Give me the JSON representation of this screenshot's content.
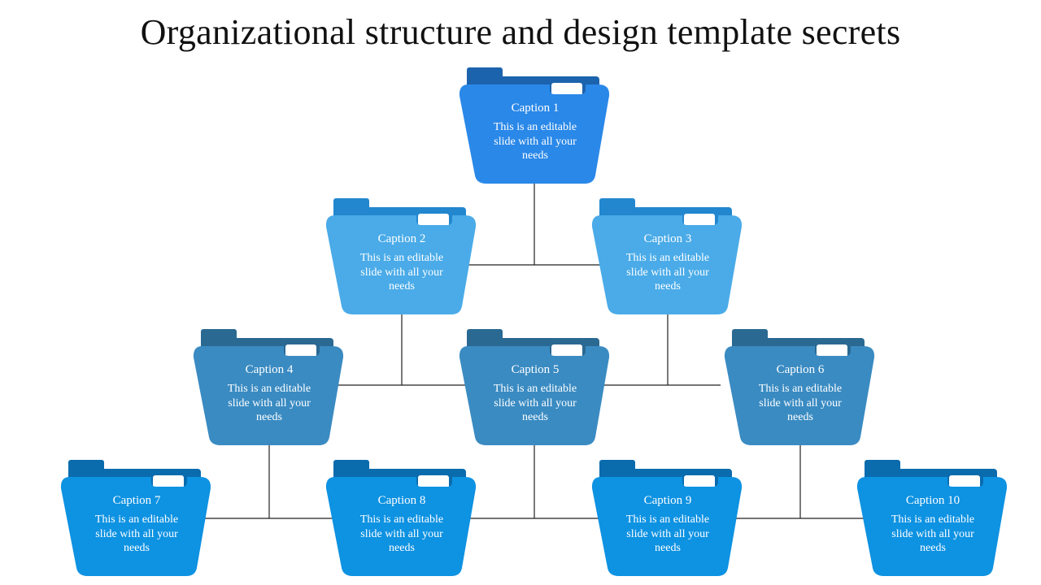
{
  "title": "Organizational structure and design template secrets",
  "colors": {
    "level1": "#2a88e8",
    "level1_tab": "#1c63ad",
    "level2": "#4aabe8",
    "level2_tab": "#2387cf",
    "level3": "#3a8bc2",
    "level3_tab": "#2a6992",
    "level4": "#0e92e2",
    "level4_tab": "#0a6bad",
    "line": "#222222"
  },
  "nodes": [
    {
      "caption": "Caption 1",
      "text": "This is an editable slide with all your needs"
    },
    {
      "caption": "Caption 2",
      "text": "This is an editable slide with all your needs"
    },
    {
      "caption": "Caption 3",
      "text": "This is an editable slide with all your needs"
    },
    {
      "caption": "Caption 4",
      "text": "This is an editable slide with all your needs"
    },
    {
      "caption": "Caption 5",
      "text": "This is an editable slide with all your needs"
    },
    {
      "caption": "Caption 6",
      "text": "This is an editable slide with all your needs"
    },
    {
      "caption": "Caption 7",
      "text": "This is an editable slide with all your needs"
    },
    {
      "caption": "Caption 8",
      "text": "This is an editable slide with all your needs"
    },
    {
      "caption": "Caption 9",
      "text": "This is an editable slide with all your needs"
    },
    {
      "caption": "Caption 10",
      "text": "This is an editable slide with all your needs"
    }
  ]
}
